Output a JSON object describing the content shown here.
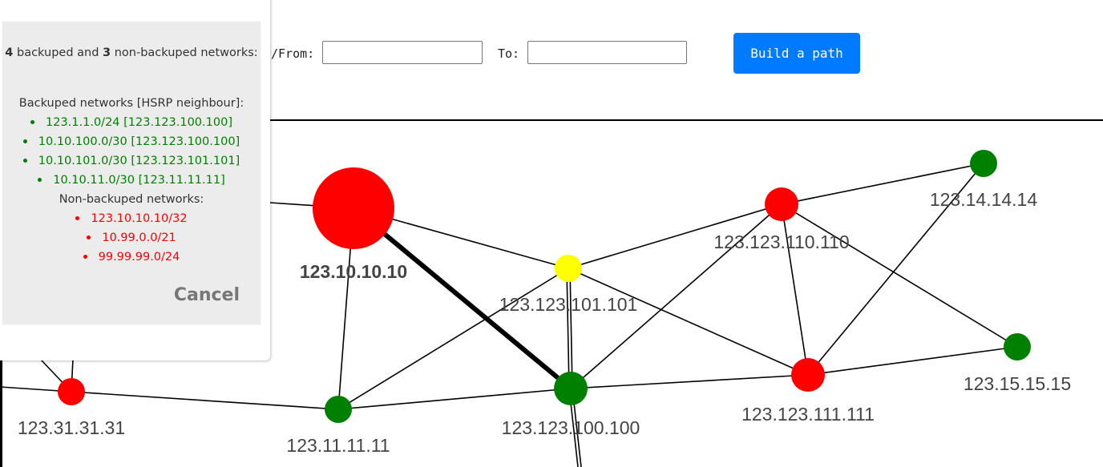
{
  "toolbar": {
    "from_label": "/From:",
    "from_value": "",
    "to_label": "To:",
    "to_value": "",
    "build_button": "Build a path",
    "build_button_color": "#007bff"
  },
  "popup": {
    "summary_prefix_count": "4",
    "summary_mid": " backuped and ",
    "summary_second_count": "3",
    "summary_suffix": " non-backuped networks:",
    "backuped_heading": "Backuped networks [HSRP neighbour]:",
    "backuped": [
      "123.1.1.0/24 [123.123.100.100]",
      "10.10.100.0/30 [123.123.100.100]",
      "10.10.101.0/30 [123.123.101.101]",
      "10.10.11.0/30 [123.11.11.11]"
    ],
    "non_backuped_heading": "Non-backuped networks:",
    "non_backuped": [
      "123.10.10.10/32",
      "10.99.0.0/21",
      "99.99.99.0/24"
    ],
    "cancel_label": "Cancel",
    "backuped_color": "#008000",
    "non_backuped_color": "#ff0000"
  },
  "graph": {
    "colors": {
      "red": "#ff0000",
      "green": "#008000",
      "yellow": "#ffff00"
    },
    "nodes": [
      {
        "id": "n10",
        "label": "123.10.10.10",
        "color": "red",
        "selected": true
      },
      {
        "id": "n101",
        "label": "123.123.101.101",
        "color": "yellow"
      },
      {
        "id": "n100",
        "label": "123.123.100.100",
        "color": "green"
      },
      {
        "id": "n11",
        "label": "123.11.11.11",
        "color": "green"
      },
      {
        "id": "n31",
        "label": "123.31.31.31",
        "color": "red"
      },
      {
        "id": "n110",
        "label": "123.123.110.110",
        "color": "red"
      },
      {
        "id": "n14",
        "label": "123.14.14.14",
        "color": "green"
      },
      {
        "id": "n111",
        "label": "123.123.111.111",
        "color": "red"
      },
      {
        "id": "n15",
        "label": "123.15.15.15",
        "color": "green"
      }
    ]
  }
}
